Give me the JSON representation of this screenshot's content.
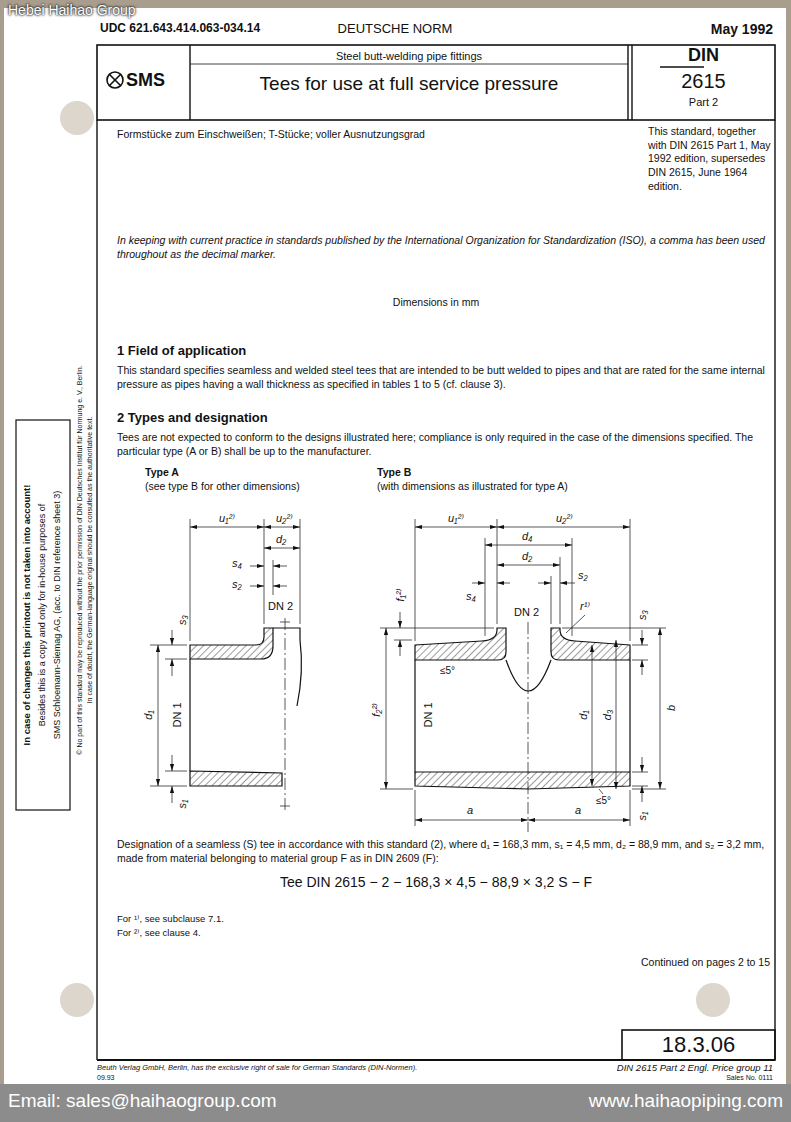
{
  "diagram": {
    "title": "Tees for use at full service pressure",
    "labels": [
      "Hebei Haihao Group",
      "UDC 621.643.414.063-034.14",
      "DEUTSCHE NORM",
      "May 1992",
      "Steel butt-welding pipe fittings",
      "SMS",
      "DIN",
      "2615",
      "Part 2",
      "Formstücke zum Einschweißen; T-Stücke; voller Ausnutzungsgrad",
      "This standard, together with DIN 2615 Part 1, May 1992 edition, supersedes DIN 2615, June 1964 edition.",
      "In keeping with current practice in standards published by the International Organization for Standardization (ISO), a comma has been used throughout as the decimal marker.",
      "Dimensions in mm",
      "1 Field of application",
      "This standard specifies seamless and welded steel tees that are intended to be butt welded to pipes and that are rated for the same internal pressure as pipes having a wall thickness as specified in tables 1 to 5 (cf. clause 3).",
      "2 Types and designation",
      "Tees are not expected to conform to the designs illustrated here; compliance is only required in the case of the dimensions specified. The particular type (A or B) shall be up to the manufacturer.",
      "Type A",
      "(see type B for other dimensions)",
      "Type B",
      "(with dimensions as illustrated for type A)",
      "u₁²⁾",
      "u₂²⁾",
      "d₂",
      "s₄",
      "s₂",
      "DN 2",
      "s₃",
      "d₁",
      "DN 1",
      "s₁",
      "u₁²⁾",
      "u₂²⁾",
      "d₄",
      "d₂",
      "s₄",
      "s₂",
      "DN 2",
      "f₁²⁾",
      "r¹⁾",
      "≤5°",
      "s₃",
      "b",
      "f₂²⁾",
      "DN 1",
      "d₁",
      "d₃",
      "s₁",
      "≤5°",
      "a",
      "a",
      "Designation of a seamless (S) tee in accordance with this standard (2), where d₁ = 168,3 mm, s₁ = 4,5 mm, d₂ = 88,9 mm, and s₂ = 3,2 mm, made from material belonging to material group F as in DIN 2609 (F):",
      "Tee DIN 2615 − 2 − 168,3 × 4,5 − 88,9 × 3,2 S − F",
      "For ¹⁾, see subclause 7.1.",
      "For ²⁾, see clause 4.",
      "Continued on pages 2 to 15",
      "18.3.06",
      "In case of changes this printout is not taken into account!",
      "Besides this is a copy and only for in-house purposes of",
      "SMS Schloemann-Siemag AG, (acc. to DIN reference sheet 3)",
      "© No part of this standard may be reproduced without the prior permission of DIN Deutsches Institut für Normung e. V., Berlin.",
      "In case of doubt, the German-language original should be consulted as the authoritative text.",
      "Beuth Verlag GmbH, Berlin, has the exclusive right of sale for German Standards (DIN-Normen).",
      "09.93",
      "DIN 2615 Part 2 Engl. Price group 11",
      "Sales No. 0111",
      "Email: sales@haihaogroup.com",
      "www.haihaopiping.com"
    ]
  }
}
